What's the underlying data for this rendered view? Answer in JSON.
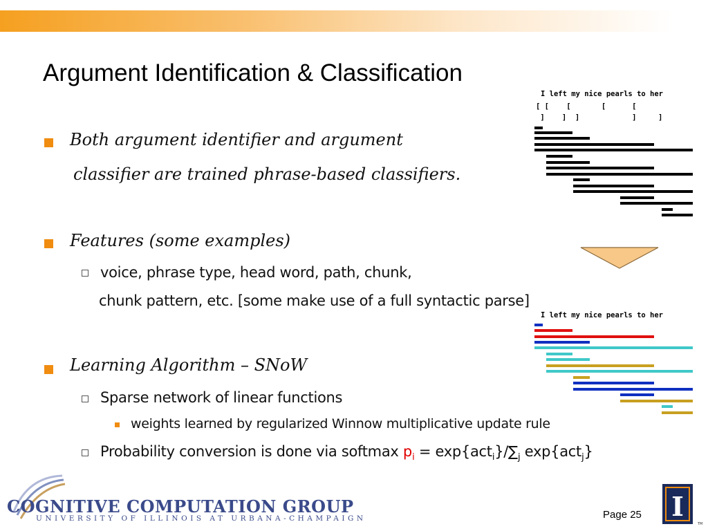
{
  "slide": {
    "title": "Argument Identification & Classification",
    "page_label": "Page 25"
  },
  "bullets": {
    "b1_line1": "Both argument identifier and argument",
    "b1_line2": "classifier are trained phrase-based classifiers.",
    "b2": "Features (some examples)",
    "b2_sub_line1": "voice, phrase type, head word, path, chunk,",
    "b2_sub_line2": "chunk pattern, etc. [some make use of a full syntactic parse]",
    "b3": "Learning Algorithm – SNoW",
    "b3_sub1": "Sparse network of linear functions",
    "b3_sub1_sub": "weights learned by regularized Winnow multiplicative update rule",
    "b3_sub2_prefix": "Probability conversion is done via softmax ",
    "b3_sub2_p": "p",
    "b3_sub2_i": "i",
    "b3_sub2_eq": " = exp{act",
    "b3_sub2_i2": "i",
    "b3_sub2_mid": "}/∑",
    "b3_sub2_j": "j",
    "b3_sub2_exp": " exp{act",
    "b3_sub2_j2": "j",
    "b3_sub2_end": "}"
  },
  "diagram": {
    "sentence_top": "I left my nice pearls to her",
    "brackets_open": "[ [    [       [      [",
    "brackets_close": " ]    ]  ]            ]     ]",
    "sentence_bottom": "I left my nice pearls to her",
    "colors": {
      "black": "#000000",
      "red": "#e01010",
      "blue": "#1030c0",
      "cyan": "#40c8c8",
      "gold": "#c8a020"
    },
    "arrow_color": "#f8c888"
  },
  "logo": {
    "name": "COGNITIVE COMPUTATION GROUP",
    "university": "UNIVERSITY OF ILLINOIS AT URBANA-CHAMPAIGN",
    "tm": "TM",
    "seal_letter": "I"
  }
}
